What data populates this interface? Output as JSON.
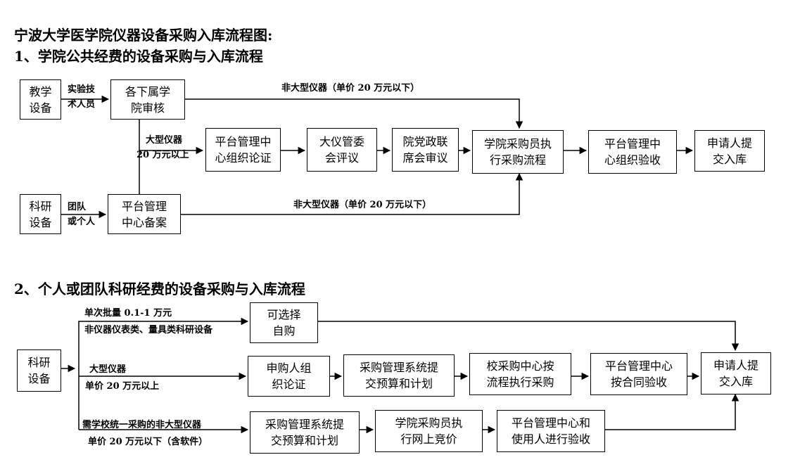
{
  "titles": {
    "main": "宁波大学医学院仪器设备采购入库流程图:",
    "section1": "1、学院公共经费的设备采购与入库流程",
    "section2": "2、个人或团队科研经费的设备采购与入库流程"
  },
  "s1": {
    "teach_equip": [
      "教学",
      "设备"
    ],
    "college_review": [
      "各下属学",
      "院审核"
    ],
    "research_equip": [
      "科研",
      "设备"
    ],
    "platform_record": [
      "平台管理",
      "中心备案"
    ],
    "platform_demo": [
      "平台管理中",
      "心组织论证"
    ],
    "committee_review": [
      "大仪管委",
      "会评议"
    ],
    "party_meeting": [
      "院党政联",
      "席会审议"
    ],
    "buyer_exec": [
      "学院采购员执",
      "行采购流程"
    ],
    "platform_accept": [
      "平台管理中",
      "心组织验收"
    ],
    "applicant_submit": [
      "申请人提",
      "交入库"
    ],
    "label_lab_staff": [
      "实验技",
      "术人员"
    ],
    "label_non_large_top": "非大型仪器（单价 20 万元以下）",
    "label_large": [
      "大型仪器",
      "20 万元以上"
    ],
    "label_team": [
      "团队",
      "或个人"
    ],
    "label_non_large_bottom": "非大型仪器（单价 20 万元以下）"
  },
  "s2": {
    "research_equip": [
      "科研",
      "设备"
    ],
    "self_purchase": [
      "可选择",
      "自购"
    ],
    "purchaser_demo": [
      "申购人组",
      "织论证"
    ],
    "submit_budget_a": [
      "采购管理系统提",
      "交预算和计划"
    ],
    "school_center": [
      "校采购中心按",
      "流程执行采购"
    ],
    "platform_contract": [
      "平台管理中心",
      "按合同验收"
    ],
    "applicant_submit": [
      "申请人提",
      "交入库"
    ],
    "submit_budget_b": [
      "采购管理系统提",
      "交预算和计划"
    ],
    "online_bid": [
      "学院采购员执",
      "行网上竞价"
    ],
    "platform_user": [
      "平台管理中心和",
      "使用人进行验收"
    ],
    "label_batch": [
      "单次批量 0.1-1 万元",
      "非仪器仪表类、量具类科研设备"
    ],
    "label_large": [
      "大型仪器",
      "单价 20 万元以上"
    ],
    "label_unified": [
      "需学校统一采购的非大型仪器",
      "单价 20 万元以下（含软件）"
    ]
  }
}
